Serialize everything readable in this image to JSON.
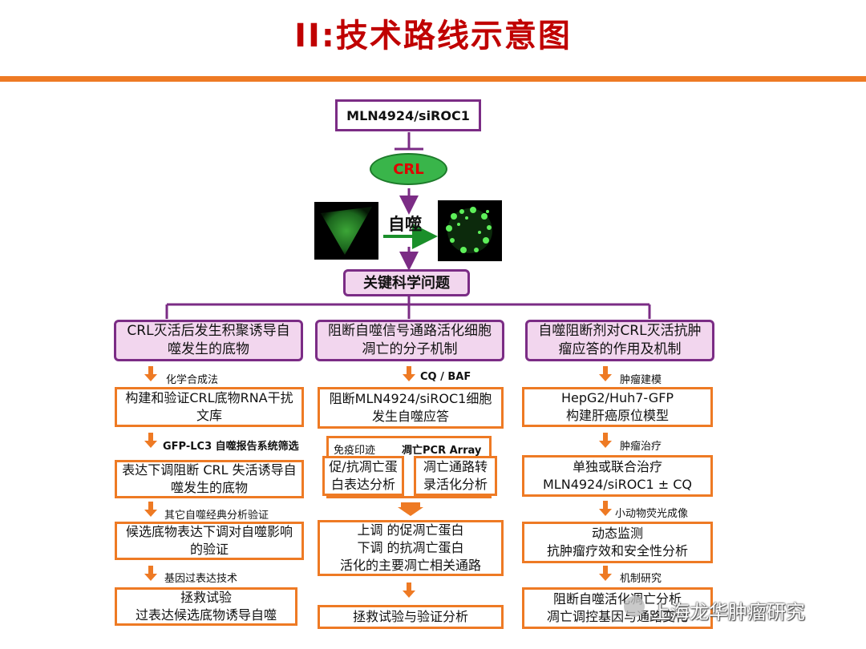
{
  "slide": {
    "title": "II:技术路线示意图",
    "accent_color": "#c00000",
    "rule_color": "#ee7a24"
  },
  "top_flow": {
    "drug_box": "MLN4924/siROC1",
    "target": "CRL",
    "process_label": "自噬",
    "key_question": "关键科学问题"
  },
  "columns": [
    {
      "question": "CRL灭活后发生积聚诱导自噬发生的底物",
      "steps": [
        {
          "method": "化学合成法",
          "box": "构建和验证CRL底物RNA干扰文库"
        },
        {
          "method": "GFP-LC3 自噬报告系统筛选",
          "box": "表达下调阻断 CRL 失活诱导自噬发生的底物"
        },
        {
          "method": "其它自噬经典分析验证",
          "box": "候选底物表达下调对自噬影响的验证"
        },
        {
          "method": "基因过表达技术",
          "box": "拯救试验\n过表达候选底物诱导自噬"
        }
      ]
    },
    {
      "question": "阻断自噬信号通路活化细胞凋亡的分子机制",
      "method1": "CQ / BAF",
      "box1": "阻断MLN4924/siROC1细胞发生自噬应答",
      "sub_label_left": "免疫印迹",
      "sub_label_right": "凋亡PCR Array",
      "sub_left": "促/抗凋亡蛋白表达分析",
      "sub_right": "凋亡通路转录活化分析",
      "result_box": "上调 的促凋亡蛋白\n下调 的抗凋亡蛋白\n活化的主要凋亡相关通路",
      "final_box": "拯救试验与验证分析"
    },
    {
      "question": "自噬阻断剂对CRL灭活抗肿瘤应答的作用及机制",
      "steps": [
        {
          "method": "肿瘤建模",
          "box": "HepG2/Huh7-GFP\n构建肝癌原位模型"
        },
        {
          "method": "肿瘤治疗",
          "box": "单独或联合治疗\nMLN4924/siROC1 ± CQ"
        },
        {
          "method": "小动物荧光成像",
          "box": "动态监测\n抗肿瘤疗效和安全性分析"
        },
        {
          "method": "机制研究",
          "box": "阻断自噬活化凋亡分析\n凋亡调控基因与通路变化"
        }
      ]
    }
  ],
  "watermark": "上海龙华肿瘤研究",
  "colors": {
    "purple": "#7b2c85",
    "orange": "#ee7a24",
    "pink": "#f2d6ee",
    "green": "#39b54a"
  }
}
